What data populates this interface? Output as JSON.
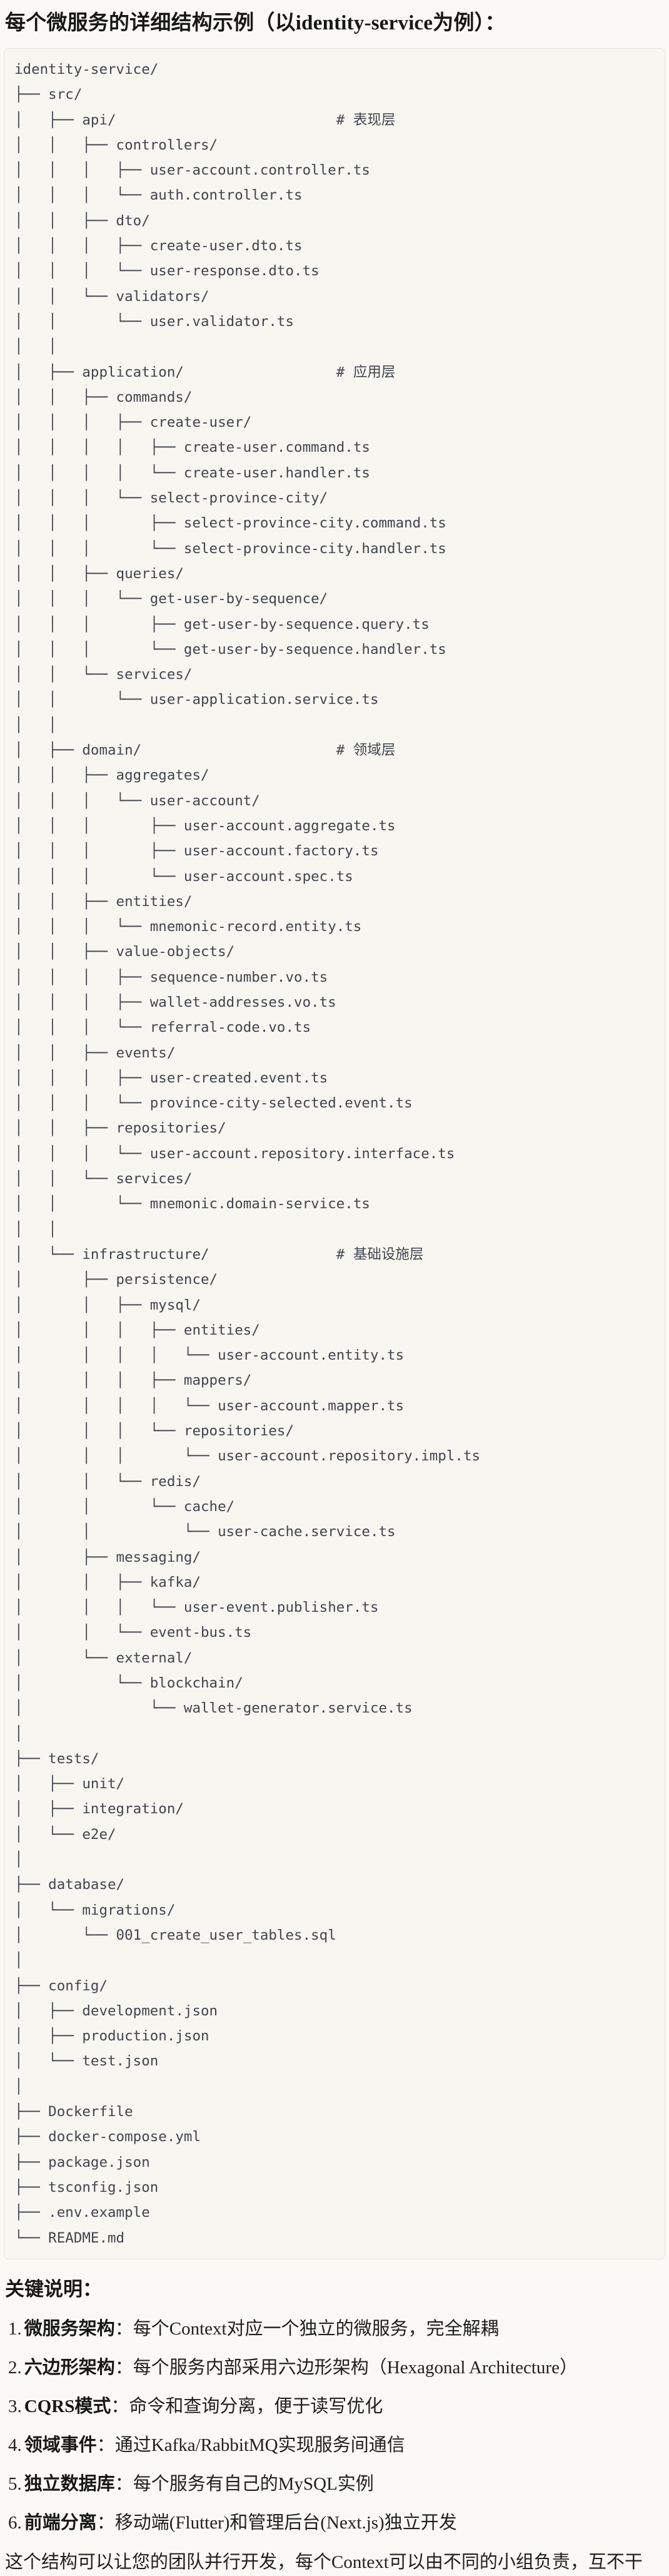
{
  "page": {
    "title": "每个微服务的详细结构示例（以identity-service为例）："
  },
  "tree": {
    "lines": [
      "identity-service/",
      "├── src/",
      "│   ├── api/                          # 表现层",
      "│   │   ├── controllers/",
      "│   │   │   ├── user-account.controller.ts",
      "│   │   │   └── auth.controller.ts",
      "│   │   ├── dto/",
      "│   │   │   ├── create-user.dto.ts",
      "│   │   │   └── user-response.dto.ts",
      "│   │   └── validators/",
      "│   │       └── user.validator.ts",
      "│   │",
      "│   ├── application/                  # 应用层",
      "│   │   ├── commands/",
      "│   │   │   ├── create-user/",
      "│   │   │   │   ├── create-user.command.ts",
      "│   │   │   │   └── create-user.handler.ts",
      "│   │   │   └── select-province-city/",
      "│   │   │       ├── select-province-city.command.ts",
      "│   │   │       └── select-province-city.handler.ts",
      "│   │   ├── queries/",
      "│   │   │   └── get-user-by-sequence/",
      "│   │   │       ├── get-user-by-sequence.query.ts",
      "│   │   │       └── get-user-by-sequence.handler.ts",
      "│   │   └── services/",
      "│   │       └── user-application.service.ts",
      "│   │",
      "│   ├── domain/                       # 领域层",
      "│   │   ├── aggregates/",
      "│   │   │   └── user-account/",
      "│   │   │       ├── user-account.aggregate.ts",
      "│   │   │       ├── user-account.factory.ts",
      "│   │   │       └── user-account.spec.ts",
      "│   │   ├── entities/",
      "│   │   │   └── mnemonic-record.entity.ts",
      "│   │   ├── value-objects/",
      "│   │   │   ├── sequence-number.vo.ts",
      "│   │   │   ├── wallet-addresses.vo.ts",
      "│   │   │   └── referral-code.vo.ts",
      "│   │   ├── events/",
      "│   │   │   ├── user-created.event.ts",
      "│   │   │   └── province-city-selected.event.ts",
      "│   │   ├── repositories/",
      "│   │   │   └── user-account.repository.interface.ts",
      "│   │   └── services/",
      "│   │       └── mnemonic.domain-service.ts",
      "│   │",
      "│   └── infrastructure/               # 基础设施层",
      "│       ├── persistence/",
      "│       │   ├── mysql/",
      "│       │   │   ├── entities/",
      "│       │   │   │   └── user-account.entity.ts",
      "│       │   │   ├── mappers/",
      "│       │   │   │   └── user-account.mapper.ts",
      "│       │   │   └── repositories/",
      "│       │   │       └── user-account.repository.impl.ts",
      "│       │   └── redis/",
      "│       │       └── cache/",
      "│       │           └── user-cache.service.ts",
      "│       ├── messaging/",
      "│       │   ├── kafka/",
      "│       │   │   └── user-event.publisher.ts",
      "│       │   └── event-bus.ts",
      "│       └── external/",
      "│           └── blockchain/",
      "│               └── wallet-generator.service.ts",
      "│",
      "├── tests/",
      "│   ├── unit/",
      "│   ├── integration/",
      "│   └── e2e/",
      "│",
      "├── database/",
      "│   └── migrations/",
      "│       └── 001_create_user_tables.sql",
      "│",
      "├── config/",
      "│   ├── development.json",
      "│   ├── production.json",
      "│   └── test.json",
      "│",
      "├── Dockerfile",
      "├── docker-compose.yml",
      "├── package.json",
      "├── tsconfig.json",
      "├── .env.example",
      "└── README.md"
    ]
  },
  "notes": {
    "heading": "关键说明：",
    "items": [
      {
        "num": "1.",
        "label": "微服务架构",
        "sep": "：",
        "text": "每个Context对应一个独立的微服务，完全解耦"
      },
      {
        "num": "2.",
        "label": "六边形架构",
        "sep": "：",
        "text": "每个服务内部采用六边形架构（Hexagonal Architecture）"
      },
      {
        "num": "3.",
        "label": "CQRS模式",
        "sep": "：",
        "text": "命令和查询分离，便于读写优化"
      },
      {
        "num": "4.",
        "label": "领域事件",
        "sep": "：",
        "text": "通过Kafka/RabbitMQ实现服务间通信"
      },
      {
        "num": "5.",
        "label": "独立数据库",
        "sep": "：",
        "text": "每个服务有自己的MySQL实例"
      },
      {
        "num": "6.",
        "label": "前端分离",
        "sep": "：",
        "text": "移动端(Flutter)和管理后台(Next.js)独立开发"
      }
    ],
    "closing": "这个结构可以让您的团队并行开发，每个Context可以由不同的小组负责，互不干扰。"
  }
}
